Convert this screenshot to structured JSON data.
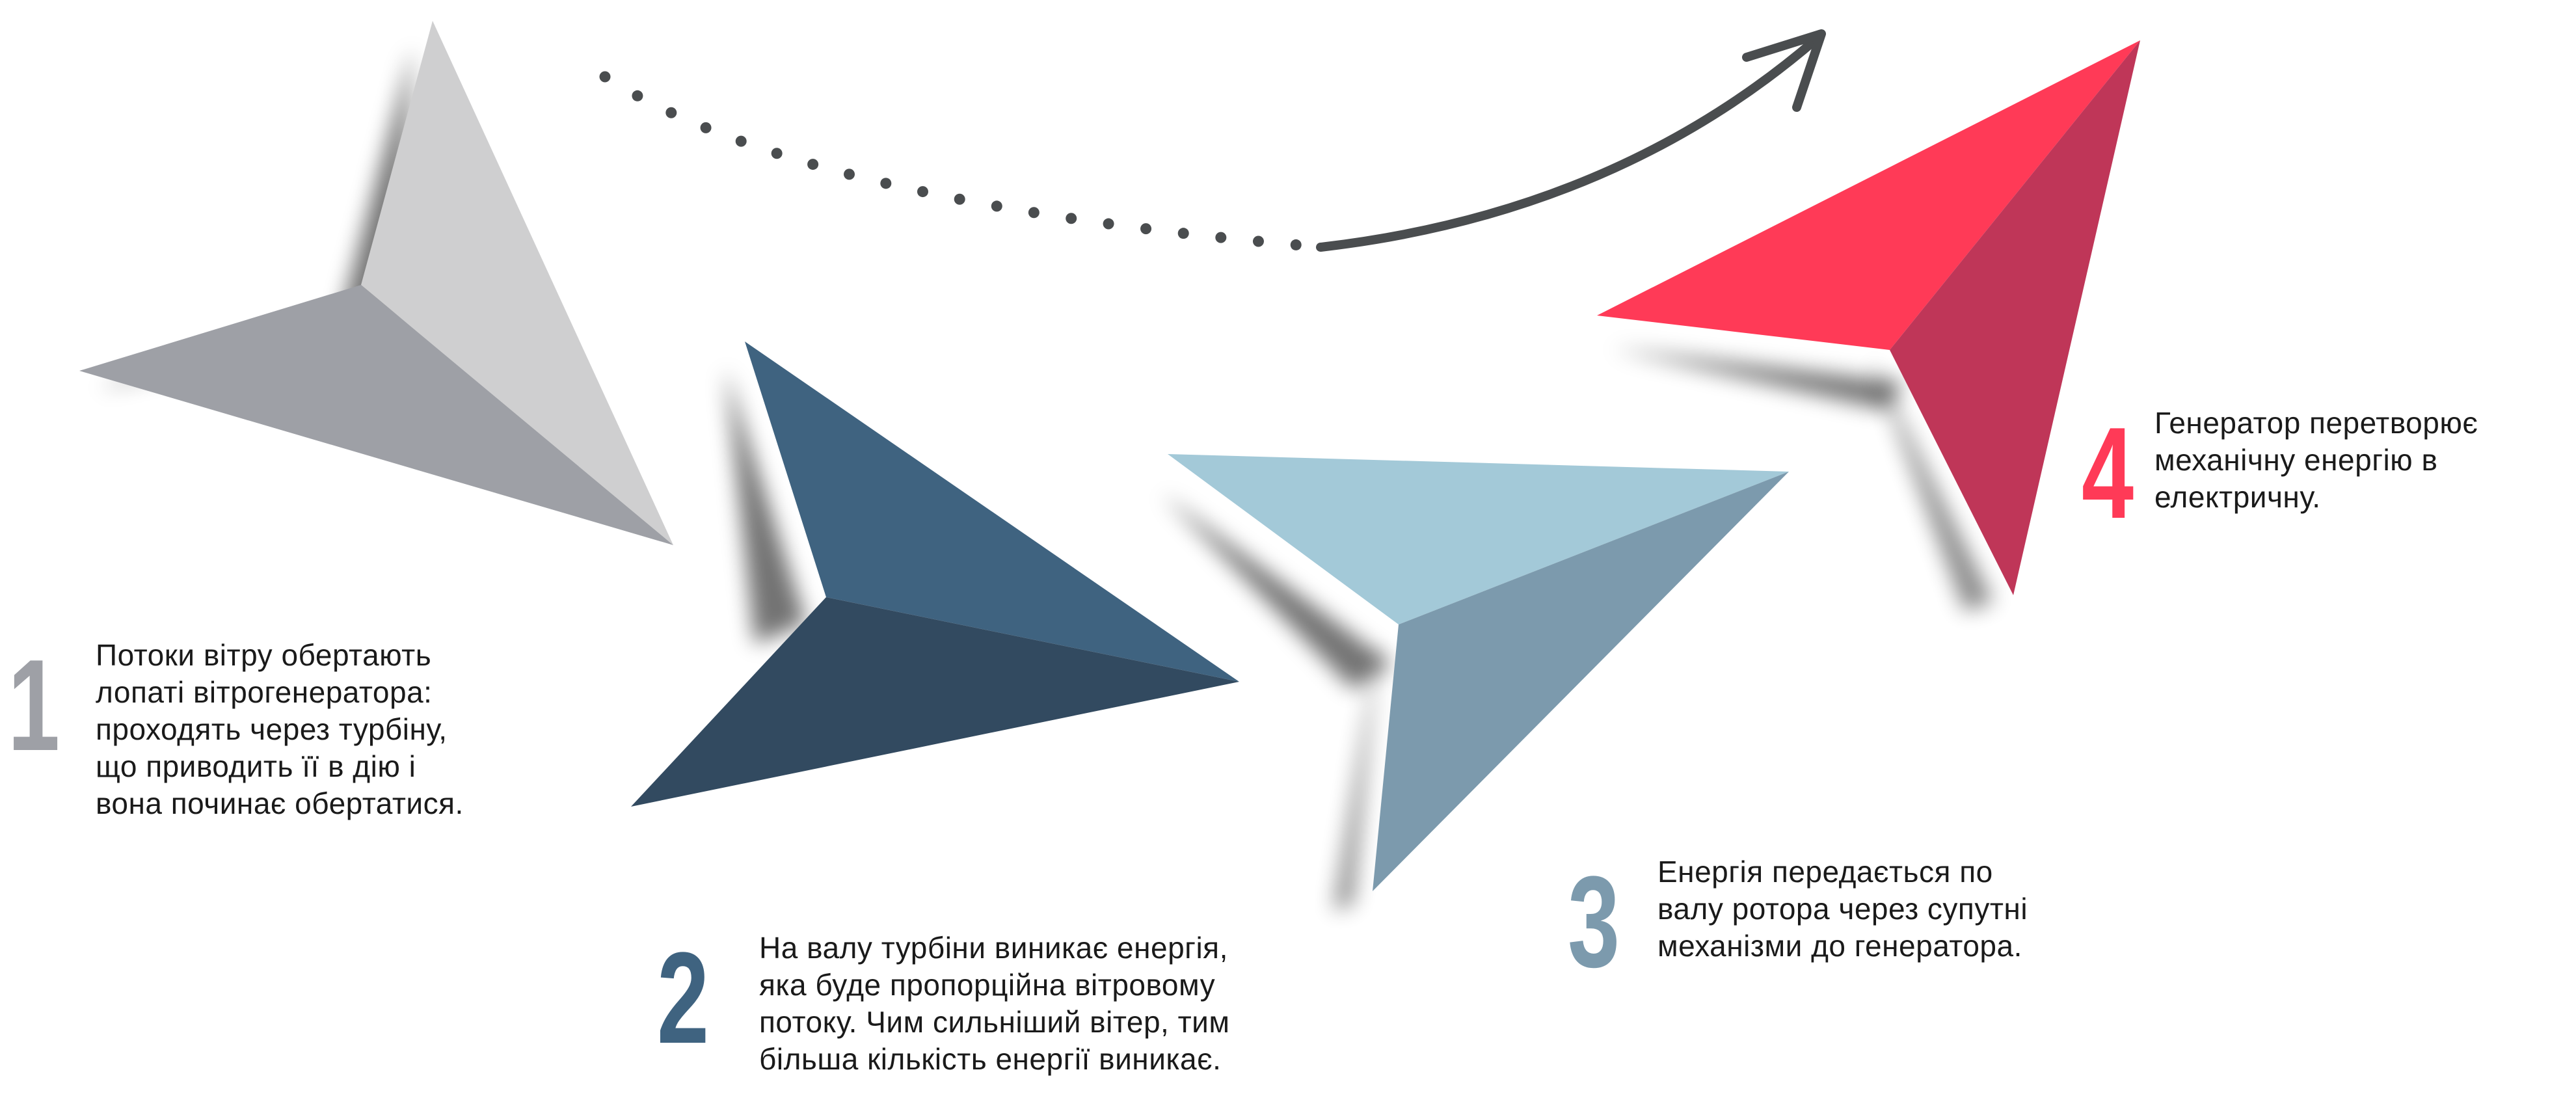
{
  "colors": {
    "step1_light": "#cfcfd0",
    "step1_dark": "#9ea0a6",
    "step2_light": "#3f6380",
    "step2_dark": "#324a60",
    "step3_light": "#a3c9d8",
    "step3_dark": "#7c9aad",
    "step4_light": "#ff3a57",
    "step4_dark": "#bf3658",
    "arrow": "#4a4d4f",
    "text": "#1a1a1a"
  },
  "steps": [
    {
      "number": "1",
      "lines": [
        "Потоки вітру обертають",
        "лопаті вітрогенератора:",
        "проходять через турбіну,",
        "що приводить її в дію і",
        "вона починає обертатися."
      ]
    },
    {
      "number": "2",
      "lines": [
        "На валу турбіни виникає енергія,",
        "яка буде пропорційна вітровому",
        "потоку. Чим сильніший вітер, тим",
        "більша кількість енергії виникає."
      ]
    },
    {
      "number": "3",
      "lines": [
        "Енергія передається по",
        "валу ротора через супутні",
        "механізми до генератора."
      ]
    },
    {
      "number": "4",
      "lines": [
        "Генератор перетворює",
        "механічну енергію в",
        "електричну."
      ]
    }
  ],
  "icons": {
    "flow_arrow": "curved-dotted-arrow-icon",
    "steps": [
      "paper-plane-icon",
      "paper-plane-icon",
      "paper-plane-icon",
      "paper-plane-icon"
    ]
  }
}
